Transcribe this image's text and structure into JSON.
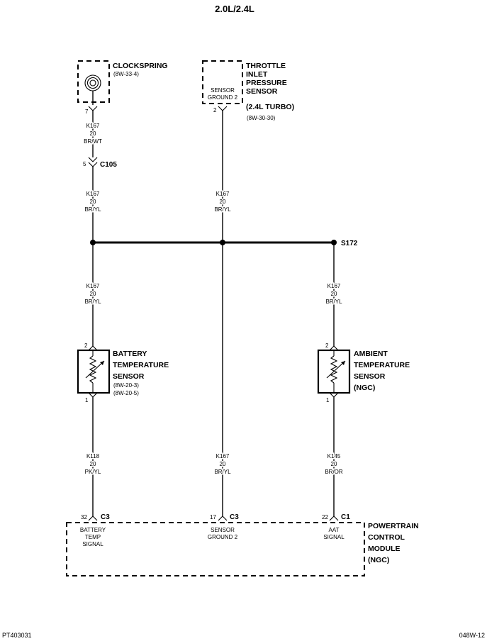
{
  "title": "2.0L/2.4L",
  "components": {
    "clockspring": {
      "name": "CLOCKSPRING",
      "ref": "(8W-33-4)",
      "pin": "7"
    },
    "throttle": {
      "name_lines": [
        "THROTTLE",
        "INLET",
        "PRESSURE",
        "SENSOR",
        "(2.4L TURBO)"
      ],
      "ref": "(8W-30-30)",
      "inner": [
        "SENSOR",
        "GROUND 2"
      ],
      "pin": "2"
    },
    "battery_sensor": {
      "name_lines": [
        "BATTERY",
        "TEMPERATURE",
        "SENSOR"
      ],
      "refs": [
        "(8W-20-3)",
        "(8W-20-5)"
      ],
      "pin_top": "2",
      "pin_bottom": "1"
    },
    "ambient_sensor": {
      "name_lines": [
        "AMBIENT",
        "TEMPERATURE",
        "SENSOR",
        "(NGC)"
      ],
      "pin_top": "2",
      "pin_bottom": "1"
    },
    "pcm": {
      "name_lines": [
        "POWERTRAIN",
        "CONTROL",
        "MODULE",
        "(NGC)"
      ],
      "pins": [
        {
          "pin": "32",
          "conn": "C3",
          "label": [
            "BATTERY",
            "TEMP",
            "SIGNAL"
          ]
        },
        {
          "pin": "17",
          "conn": "C3",
          "label": [
            "SENSOR",
            "GROUND 2"
          ]
        },
        {
          "pin": "22",
          "conn": "C1",
          "label": [
            "AAT",
            "SIGNAL"
          ]
        }
      ]
    }
  },
  "connector_c105": {
    "pin": "5",
    "name": "C105"
  },
  "splice": {
    "name": "S172"
  },
  "wires": {
    "clock_upper": [
      "K167",
      "20",
      "BR/WT"
    ],
    "clock_lower": [
      "K167",
      "20",
      "BR/YL"
    ],
    "throttle": [
      "K167",
      "20",
      "BR/YL"
    ],
    "left_mid": [
      "K167",
      "20",
      "BR/YL"
    ],
    "right_mid": [
      "K167",
      "20",
      "BR/YL"
    ],
    "left_bottom": [
      "K118",
      "20",
      "PK/YL"
    ],
    "center_bottom": [
      "K167",
      "20",
      "BR/YL"
    ],
    "right_bottom": [
      "K145",
      "20",
      "BR/OR"
    ]
  },
  "footer": {
    "left": "PT403031",
    "right": "048W-12"
  }
}
